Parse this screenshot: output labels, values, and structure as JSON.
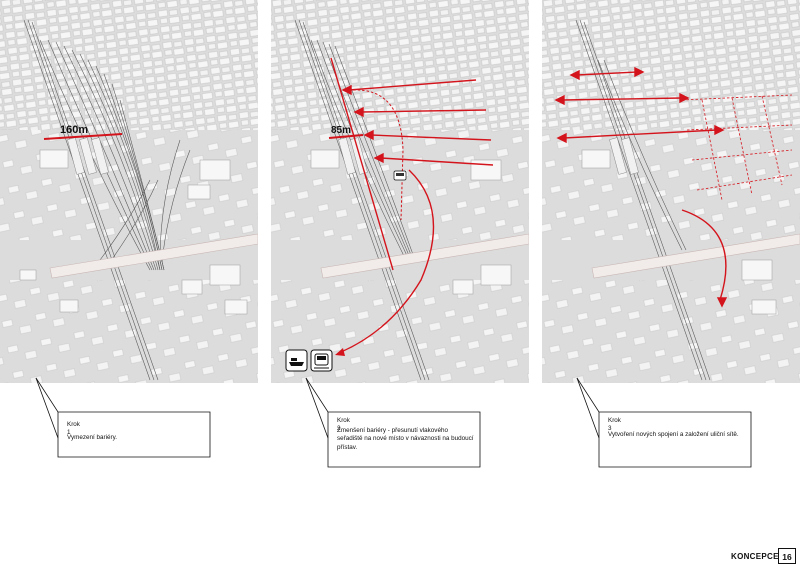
{
  "panels": [
    {
      "dimension": "160m"
    },
    {
      "dimension": "85m"
    },
    {
      "dimension": ""
    }
  ],
  "callouts": [
    {
      "title": "Krok 1",
      "text": "Vymezení bariéry."
    },
    {
      "title": "Krok 2",
      "text": "Zmenšení bariéry - přesunutí vlakového seřadiště na nové místo v návaznosti na budoucí přístav."
    },
    {
      "title": "Krok 3",
      "text": "Vytvoření nových spojení a založení uliční sítě."
    }
  ],
  "footer": {
    "section": "KONCEPCE",
    "page_number": "16"
  },
  "colors": {
    "accent": "#d4141c",
    "map_bg": "#dcdcdc",
    "building": "#f4f4f4",
    "rail": "#555555"
  },
  "icons": [
    "ship-icon",
    "train-icon"
  ]
}
